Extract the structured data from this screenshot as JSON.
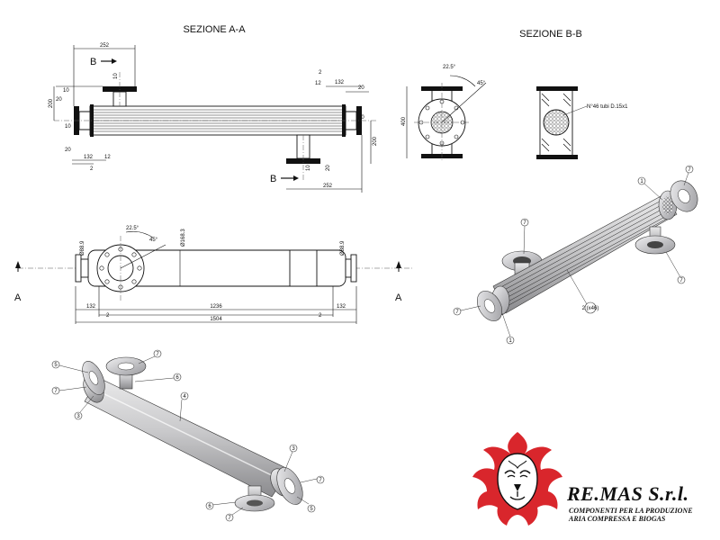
{
  "section_titles": {
    "aa": "SEZIONE A-A",
    "bb": "SEZIONE B-B"
  },
  "section_markers": {
    "b": "B",
    "a": "A"
  },
  "dims_aa": {
    "d252_top": "252",
    "d10_top": "10",
    "d200_left": "200",
    "d10_left": "10",
    "d20_left": "20",
    "d20_left2": "20",
    "d10_left2": "10",
    "d132_left": "132",
    "d12_left": "12",
    "d2_left": "2",
    "d2_right": "2",
    "d12_right": "12",
    "d132_right": "132",
    "d20_right": "20",
    "d10_right": "10",
    "d200_right": "200",
    "d10_right2": "10",
    "d20_right2": "20",
    "d252_bottom": "252"
  },
  "dims_bb": {
    "angle1": "22.5°",
    "angle2": "45°",
    "height": "400",
    "tube_note": "N°46 tubi D.15x1"
  },
  "dims_front": {
    "angle1": "22.5°",
    "angle2": "45°",
    "dia_left": "Ø88.9",
    "dia_shell": "Ø168.3",
    "dia_right": "Ø88.9",
    "d132_left": "132",
    "d1236": "1236",
    "d132_right": "132",
    "d2_left": "2",
    "d2_right": "2",
    "d1504": "1504"
  },
  "callouts_top_iso": [
    "1",
    "7",
    "7",
    "7",
    "7",
    "2 (x46)",
    "1"
  ],
  "callouts_bottom_iso": [
    "5",
    "7",
    "3",
    "7",
    "6",
    "4",
    "3",
    "7",
    "5",
    "6",
    "7"
  ],
  "logo": {
    "company": "RE.MAS S.r.l.",
    "tagline_1": "COMPONENTI PER LA PRODUZIONE",
    "tagline_2": "ARIA COMPRESSA E BIOGAS",
    "brand_red": "#d9262c"
  }
}
